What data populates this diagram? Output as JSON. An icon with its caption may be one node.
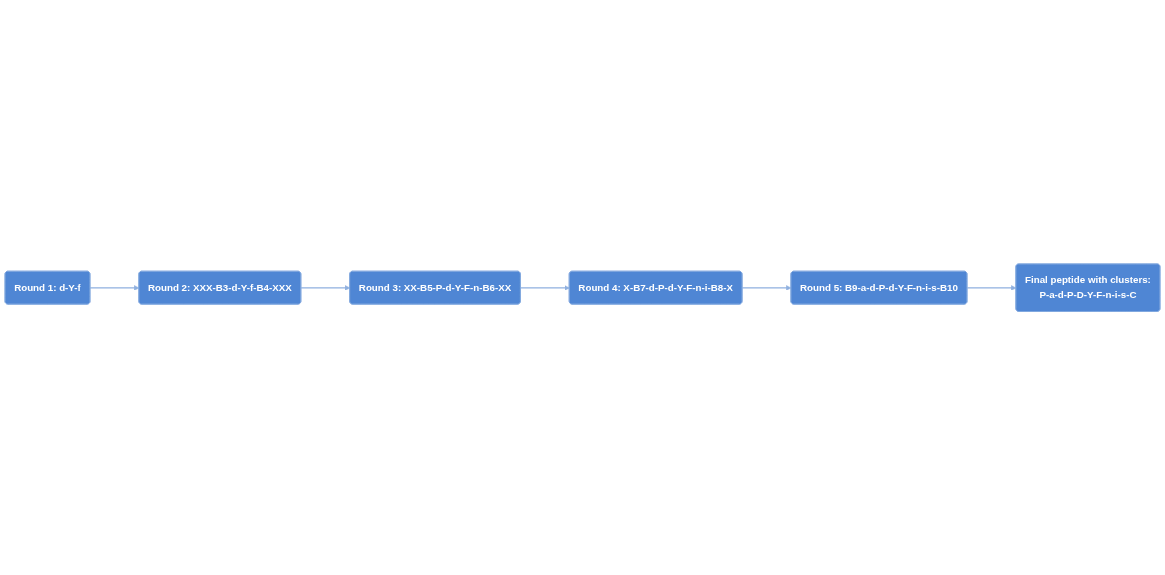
{
  "diagram": {
    "nodes": [
      {
        "text": [
          "Round 1: d-Y-f"
        ]
      },
      {
        "text": [
          "Round 2: XXX-B3-d-Y-f-B4-XXX"
        ]
      },
      {
        "text": [
          "Round 3: XX-B5-P-d-Y-F-n-B6-XX"
        ]
      },
      {
        "text": [
          "Round 4: X-B7-d-P-d-Y-F-n-i-B8-X"
        ]
      },
      {
        "text": [
          "Round 5: B9-a-d-P-d-Y-F-n-i-s-B10"
        ]
      },
      {
        "text": [
          "Final peptide with clusters:",
          "P-a-d-P-D-Y-F-n-i-s-C"
        ]
      }
    ],
    "edges": [
      {
        "from": 0,
        "to": 1,
        "arrow": "to"
      },
      {
        "from": 1,
        "to": 2,
        "arrow": "to"
      },
      {
        "from": 2,
        "to": 3,
        "arrow": "to"
      },
      {
        "from": 3,
        "to": 4,
        "arrow": "to"
      },
      {
        "from": 4,
        "to": 5,
        "arrow": "to"
      }
    ]
  }
}
